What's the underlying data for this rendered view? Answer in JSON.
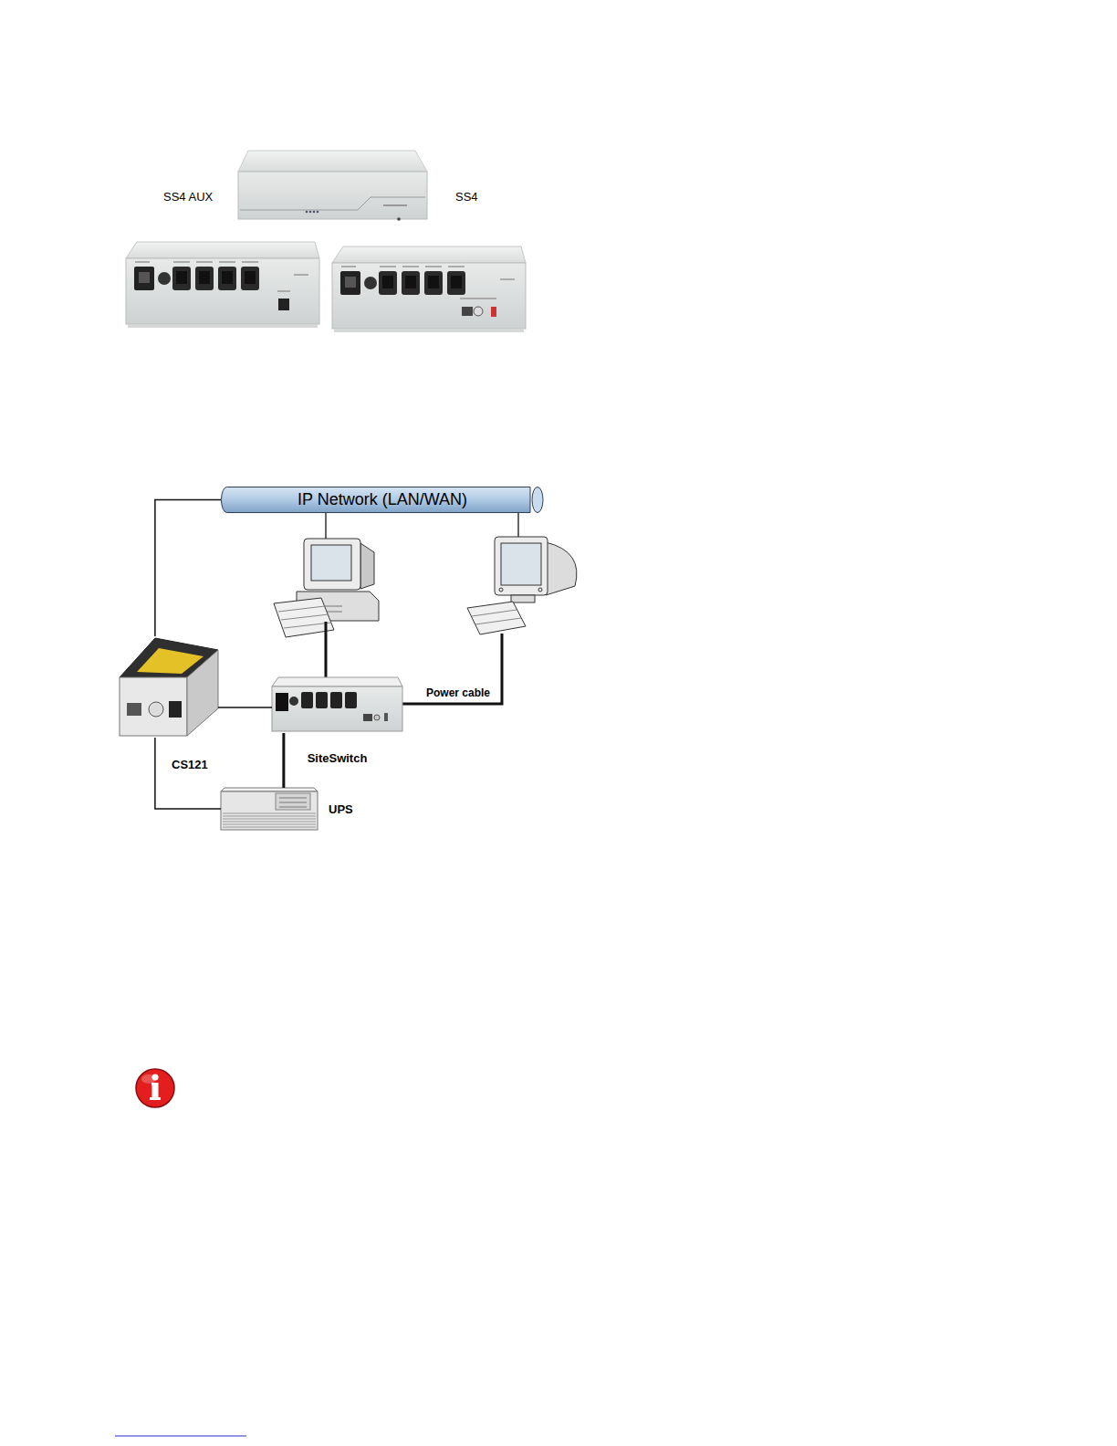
{
  "diagram": {
    "nodes": [
      {
        "text": [
          "IP Network (LAN/WAN)"
        ]
      },
      {
        "text": [
          "CS121"
        ]
      },
      {
        "text": [
          "SiteSwitch"
        ]
      },
      {
        "text": [
          "UPS"
        ]
      }
    ],
    "edges": [
      {
        "from": 0,
        "to": 1,
        "arrow": "none"
      },
      {
        "from": 1,
        "to": 2,
        "arrow": "none"
      },
      {
        "from": 1,
        "to": 3,
        "arrow": "none"
      },
      {
        "from": 2,
        "to": 3,
        "arrow": "none"
      }
    ],
    "labels": [
      "SS4 AUX",
      "SS4",
      "Power cable"
    ]
  }
}
